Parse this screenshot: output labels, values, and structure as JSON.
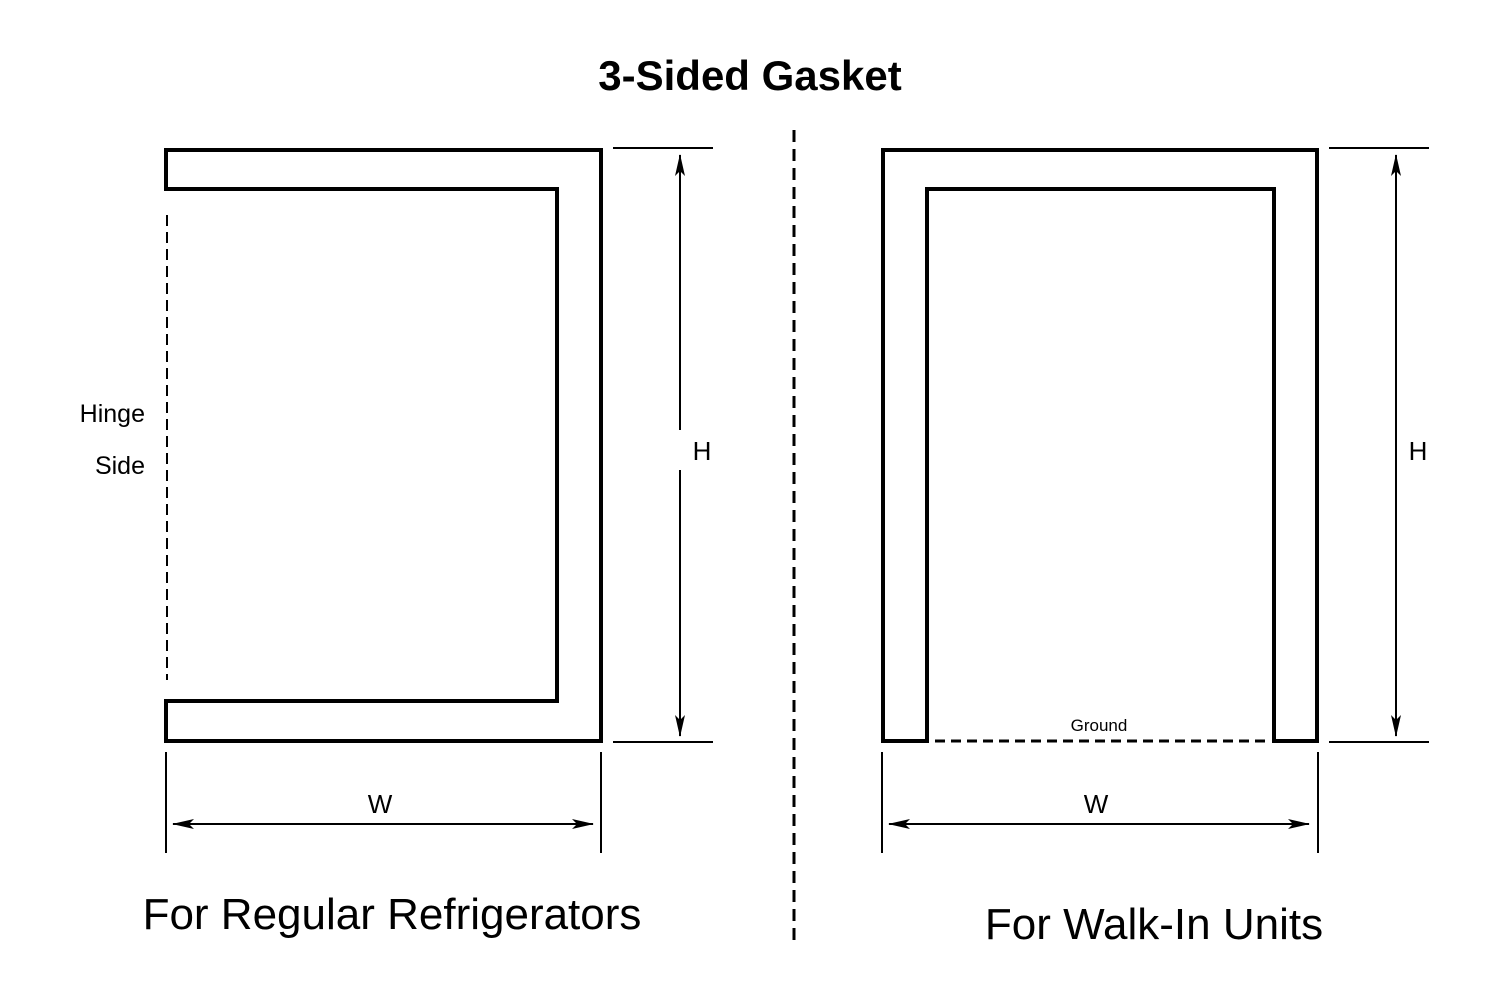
{
  "title": "3-Sided Gasket",
  "left_panel": {
    "hinge_label_line1": "Hinge",
    "hinge_label_line2": "Side",
    "height_label": "H",
    "width_label": "W",
    "caption": "For Regular Refrigerators"
  },
  "right_panel": {
    "ground_label": "Ground",
    "height_label": "H",
    "width_label": "W",
    "caption": "For Walk-In Units"
  },
  "colors": {
    "line": "#000000",
    "background": "#ffffff"
  }
}
